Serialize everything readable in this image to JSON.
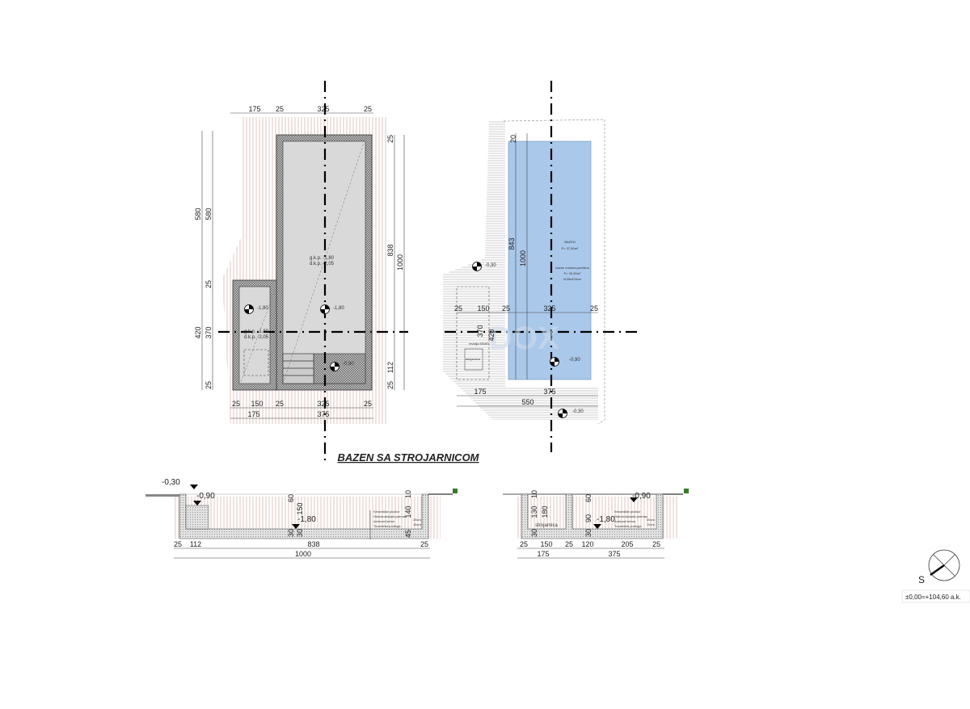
{
  "title": "BAZEN SA STROJARNICOM",
  "colors": {
    "pool_water": "#a9c8ea",
    "slab": "#d9d9d9",
    "wall_hatch": "#8a8a8a",
    "ground_hatch": "#d8b8b0",
    "axis": "#000000"
  },
  "plan_left": {
    "dims_top": [
      "175",
      "25",
      "325",
      "25"
    ],
    "dims_bottom_1": [
      "25",
      "150",
      "25",
      "325",
      "25"
    ],
    "dims_bottom_2": [
      "175",
      "375"
    ],
    "dims_left": [
      "580",
      "580",
      "25",
      "420",
      "370",
      "25"
    ],
    "dims_right": [
      "25",
      "838",
      "1000",
      "112",
      "25"
    ],
    "pool_levels": [
      "g.k.p. -1,80",
      "d.k.p. -2,05"
    ],
    "room_levels": [
      "g.k.p. -1,80",
      "d.k.p. -2,05"
    ],
    "markers": [
      "-1,80",
      "-1,80",
      "-0,90"
    ]
  },
  "plan_right": {
    "pool_name": "BAZEN",
    "pool_area": "P= 37,50m²",
    "water_label": "bazen vodena površina",
    "water_area": "P= 30,90m²",
    "water_size": "1135x420cm",
    "room_label": "strojarnica",
    "hatch_label": "revizija 60x60",
    "dims_vertical": [
      "20",
      "843",
      "1000",
      "370",
      "420"
    ],
    "dims_row": [
      "25",
      "150",
      "25",
      "325",
      "25"
    ],
    "dims_bottom": [
      "175",
      "375",
      "550"
    ],
    "markers": [
      "-0,30",
      "-0,90",
      "-0,30"
    ]
  },
  "section_1": {
    "levels": [
      "-0,30",
      "-0,90",
      "-1,80"
    ],
    "dims_vertical": [
      "10",
      "140",
      "45",
      "60",
      "150",
      "30",
      "30"
    ],
    "dims_bottom": [
      "25",
      "112",
      "838",
      "25"
    ],
    "dims_total": "1000",
    "layers": [
      "Keramičke pločice",
      "Hidroizolacijski premaz",
      "Armirani beton",
      "Tucanička podloga"
    ],
    "layer_thickness": [
      "25cm",
      "15cm"
    ]
  },
  "section_2": {
    "levels": [
      "-0,90",
      "-1,80"
    ],
    "room_label": "strojarnica",
    "dims_vertical": [
      "10",
      "130",
      "180",
      "30",
      "60",
      "90",
      "30"
    ],
    "dims_bottom": [
      "25",
      "150",
      "25",
      "120",
      "205",
      "25"
    ],
    "dims_total": [
      "175",
      "375"
    ],
    "layers": [
      "Keramičke pločice",
      "Hidroizolacijski premaz",
      "Armirani beton",
      "Tucanička podloga"
    ],
    "layer_thickness": [
      "30cm",
      "15cm"
    ]
  },
  "legend": {
    "north_label": "S",
    "datum": "±0,00=+104,60 a.k."
  },
  "watermark": "DOX"
}
